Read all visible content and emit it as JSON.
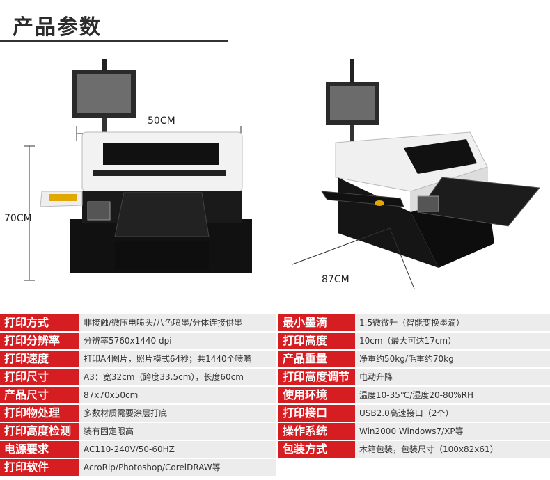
{
  "header": {
    "title": "产品参数",
    "subtext": "................................................................................................................................................"
  },
  "dimensions": {
    "width": "50CM",
    "height": "70CM",
    "depth": "87CM"
  },
  "specs": [
    {
      "left_label": "打印方式",
      "left_value": "非接触/微压电喷头/八色喷墨/分体连接供墨",
      "right_label": "最小墨滴",
      "right_value": "1.5微微升（智能变换墨滴）"
    },
    {
      "left_label": "打印分辨率",
      "left_value": "分辨率5760x1440 dpi",
      "right_label": "打印高度",
      "right_value": "10cm（最大可达17cm）"
    },
    {
      "left_label": "打印速度",
      "left_value": "打印A4图片，照片模式64秒；共1440个喷嘴",
      "right_label": "产品重量",
      "right_value": "净重约50kg/毛重约70kg"
    },
    {
      "left_label": "打印尺寸",
      "left_value": "A3：宽32cm（跨度33.5cm），长度60cm",
      "right_label": "打印高度调节",
      "right_value": "电动升降"
    },
    {
      "left_label": "产品尺寸",
      "left_value": "87x70x50cm",
      "right_label": "使用环境",
      "right_value": "温度10-35℃/湿度20-80%RH"
    },
    {
      "left_label": "打印物处理",
      "left_value": "多数材质需要涂层打底",
      "right_label": "打印接口",
      "right_value": "USB2.0高速接口（2个）"
    },
    {
      "left_label": "打印高度检测",
      "left_value": "装有固定限高",
      "right_label": "操作系统",
      "right_value": "Win2000 Windows7/XP等"
    },
    {
      "left_label": "电源要求",
      "left_value": "AC110-240V/50-60HZ",
      "right_label": "包装方式",
      "right_value": "木箱包装，包装尺寸（100x82x61）"
    },
    {
      "left_label": "打印软件",
      "left_value": "AcroRip/Photoshop/CorelDRAW等",
      "right_label": "",
      "right_value": ""
    }
  ]
}
